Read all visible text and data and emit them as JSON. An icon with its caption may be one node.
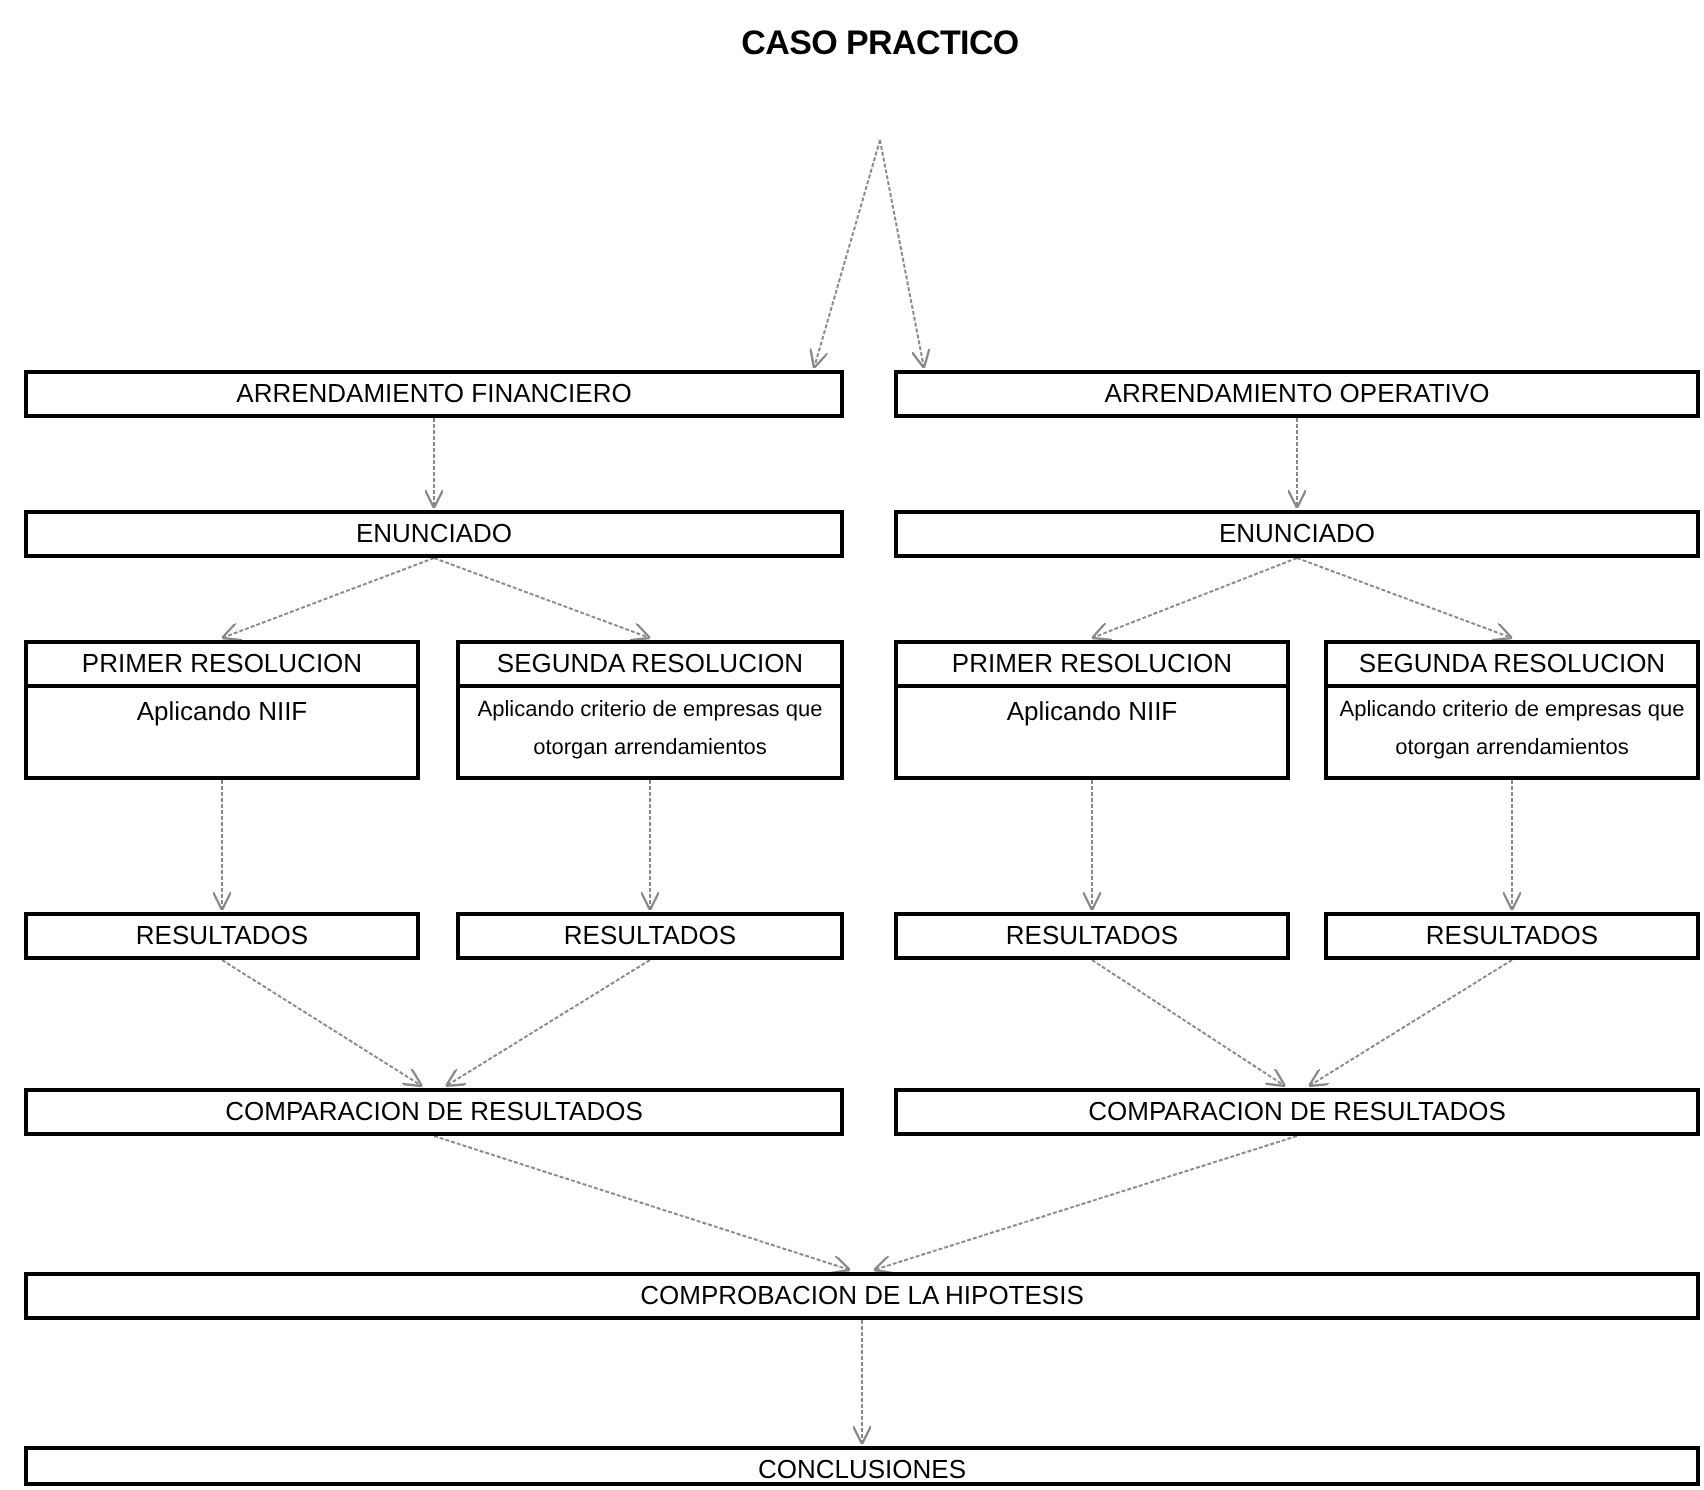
{
  "diagram": {
    "nodes": [
      {
        "text": [
          "CASO PRACTICO"
        ]
      },
      {
        "text": [
          "ARRENDAMIENTO FINANCIERO"
        ]
      },
      {
        "text": [
          "ARRENDAMIENTO OPERATIVO"
        ]
      },
      {
        "text": [
          "ENUNCIADO"
        ]
      },
      {
        "text": [
          "ENUNCIADO"
        ]
      },
      {
        "text": [
          "PRIMER RESOLUCION",
          "Aplicando NIIF"
        ]
      },
      {
        "text": [
          "SEGUNDA RESOLUCION",
          "Aplicando criterio de empresas que otorgan arrendamientos"
        ]
      },
      {
        "text": [
          "PRIMER RESOLUCION",
          "Aplicando NIIF"
        ]
      },
      {
        "text": [
          "SEGUNDA RESOLUCION",
          "Aplicando criterio de empresas que otorgan arrendamientos"
        ]
      },
      {
        "text": [
          "RESULTADOS"
        ]
      },
      {
        "text": [
          "RESULTADOS"
        ]
      },
      {
        "text": [
          "RESULTADOS"
        ]
      },
      {
        "text": [
          "RESULTADOS"
        ]
      },
      {
        "text": [
          "COMPARACION DE RESULTADOS"
        ]
      },
      {
        "text": [
          "COMPARACION DE RESULTADOS"
        ]
      },
      {
        "text": [
          "COMPROBACION DE LA HIPOTESIS"
        ]
      },
      {
        "text": [
          "CONCLUSIONES"
        ]
      }
    ],
    "edges": [
      {
        "from": 0,
        "to": 1,
        "arrow": "to"
      },
      {
        "from": 0,
        "to": 2,
        "arrow": "to"
      },
      {
        "from": 1,
        "to": 3,
        "arrow": "to"
      },
      {
        "from": 2,
        "to": 4,
        "arrow": "to"
      },
      {
        "from": 3,
        "to": 5,
        "arrow": "to"
      },
      {
        "from": 3,
        "to": 6,
        "arrow": "to"
      },
      {
        "from": 4,
        "to": 7,
        "arrow": "to"
      },
      {
        "from": 4,
        "to": 8,
        "arrow": "to"
      },
      {
        "from": 5,
        "to": 9,
        "arrow": "to"
      },
      {
        "from": 6,
        "to": 10,
        "arrow": "to"
      },
      {
        "from": 7,
        "to": 11,
        "arrow": "to"
      },
      {
        "from": 8,
        "to": 12,
        "arrow": "to"
      },
      {
        "from": 9,
        "to": 13,
        "arrow": "to"
      },
      {
        "from": 10,
        "to": 13,
        "arrow": "to"
      },
      {
        "from": 11,
        "to": 14,
        "arrow": "to"
      },
      {
        "from": 12,
        "to": 14,
        "arrow": "to"
      },
      {
        "from": 13,
        "to": 15,
        "arrow": "to"
      },
      {
        "from": 14,
        "to": 15,
        "arrow": "to"
      },
      {
        "from": 15,
        "to": 16,
        "arrow": "to"
      }
    ]
  }
}
